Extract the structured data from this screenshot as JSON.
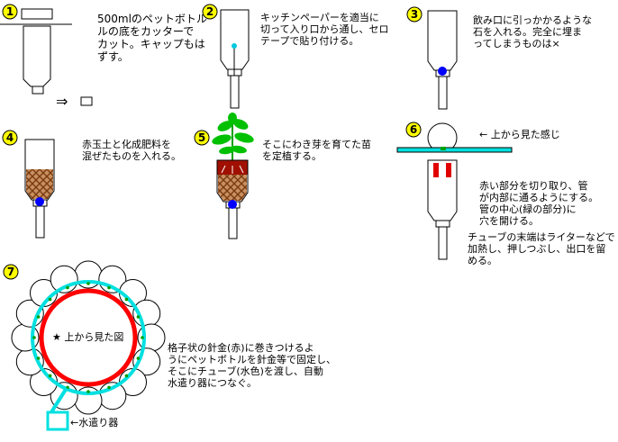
{
  "steps": {
    "s1": {
      "num": "1",
      "text": "500mlのペットボトル\nルの底をカッターで\nカット。キャップもは\nずす。"
    },
    "s2": {
      "num": "2",
      "text": "キッチンペーパーを適当に\n切って入り口から通し、セロ\nテープで貼り付ける。"
    },
    "s3": {
      "num": "3",
      "text": "飲み口に引っかかるような\n石を入れる。完全に埋ま\nってしまうものは×"
    },
    "s4": {
      "num": "4",
      "text": "赤玉土と化成肥料を\n混ぜたものを入れる。"
    },
    "s5": {
      "num": "5",
      "text": "そこにわき芽を育てた苗\nを定植する。"
    },
    "s6": {
      "num": "6",
      "top_view_label": "← 上から見た感じ",
      "text1": "赤い部分を切り取り、管\nが内部に通るようにする。\n管の中心(緑の部分)に\n穴を開ける。",
      "text2": "チューブの末端はライターなどで\n加熱し、押しつぶし、出口を留\nめる。"
    },
    "s7": {
      "num": "7",
      "center_label": "★ 上から見た図",
      "text": "格子状の針金(赤)に巻きつけるよ\nうにペットボトルを針金等で固定し、\nそこにチューブ(水色)を渡し、自動\n水遣り器につなぐ。",
      "reservoir_label": "←水遣り器"
    }
  },
  "arrow_symbol": "⇒",
  "colors": {
    "badge": "#ffff00",
    "wire": "#ff0000",
    "tube": "#00e0e0",
    "rock": "#0000ff",
    "soil": "#a0522d",
    "plant": "#00c000",
    "hole": "#00a000"
  }
}
